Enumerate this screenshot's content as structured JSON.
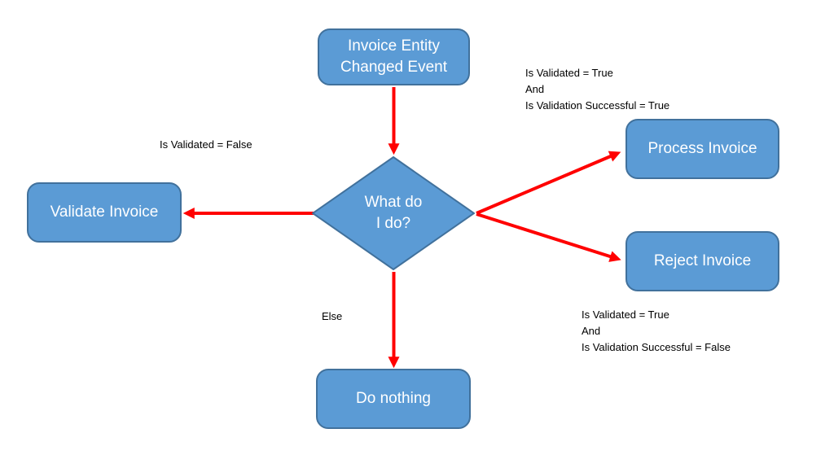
{
  "colors": {
    "node_fill": "#5B9BD5",
    "node_border": "#41719C",
    "arrow": "#FF0000",
    "node_text": "#FFFFFF",
    "label_text": "#000000",
    "bg": "#FFFFFF"
  },
  "nodes": {
    "event": {
      "label": "Invoice Entity\nChanged Event"
    },
    "decision": {
      "label": "What do\nI do?"
    },
    "validate": {
      "label": "Validate Invoice"
    },
    "process": {
      "label": "Process Invoice"
    },
    "reject": {
      "label": "Reject Invoice"
    },
    "do_nothing": {
      "label": "Do nothing"
    }
  },
  "edge_labels": {
    "validate_condition": "Is Validated = False",
    "process_condition": "Is Validated = True\nAnd\nIs Validation Successful = True",
    "reject_condition": "Is Validated = True\nAnd\nIs Validation Successful = False",
    "else_condition": "Else"
  }
}
